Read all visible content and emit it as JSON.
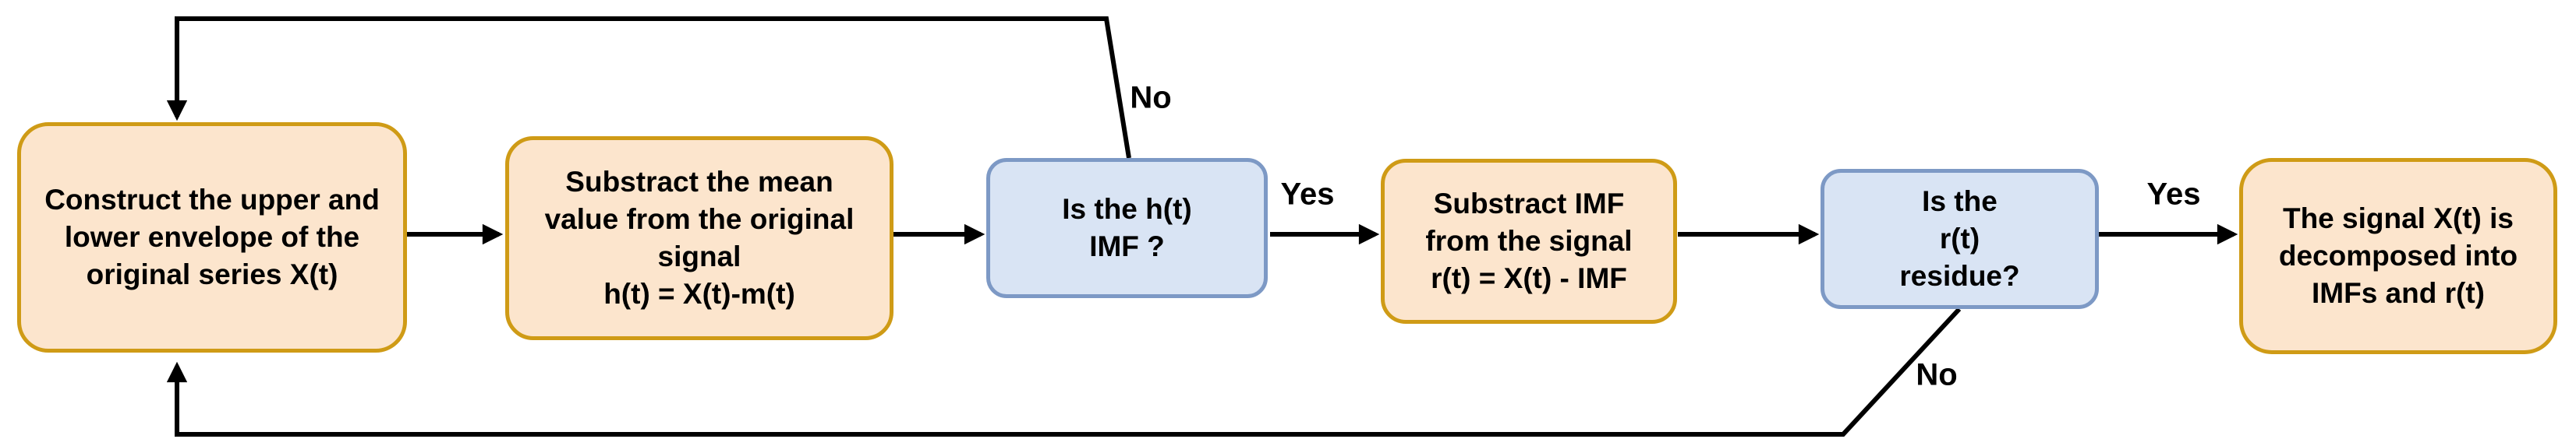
{
  "diagram": {
    "type": "flowchart",
    "colors": {
      "process-fill": "#fce5cd",
      "process-border": "#cf9b16",
      "decision-fill": "#d9e4f4",
      "decision-border": "#7d99c5",
      "line": "#000000",
      "text": "#000000",
      "background": "#ffffff"
    },
    "nodes": [
      {
        "id": "construct-envelope",
        "type": "process",
        "text": "Construct the upper and\nlower envelope of the\noriginal series X(t)"
      },
      {
        "id": "subtract-mean",
        "type": "process",
        "text": "Substract the mean\nvalue from the original\nsignal\nh(t) = X(t)-m(t)"
      },
      {
        "id": "is-h-imf",
        "type": "decision",
        "text": "Is the h(t)\nIMF ?"
      },
      {
        "id": "subtract-imf",
        "type": "process",
        "text": "Substract IMF\nfrom the signal\nr(t) = X(t) - IMF"
      },
      {
        "id": "is-r-residue",
        "type": "decision",
        "text": "Is the\nr(t)\nresidue?"
      },
      {
        "id": "decomposed",
        "type": "process",
        "text": "The signal X(t) is\ndecomposed into\nIMFs and r(t)"
      }
    ],
    "edge_labels": [
      {
        "id": "no-imf-loop",
        "text": "No"
      },
      {
        "id": "yes-imf",
        "text": "Yes"
      },
      {
        "id": "yes-residue",
        "text": "Yes"
      },
      {
        "id": "no-residue-loop",
        "text": "No"
      }
    ]
  }
}
